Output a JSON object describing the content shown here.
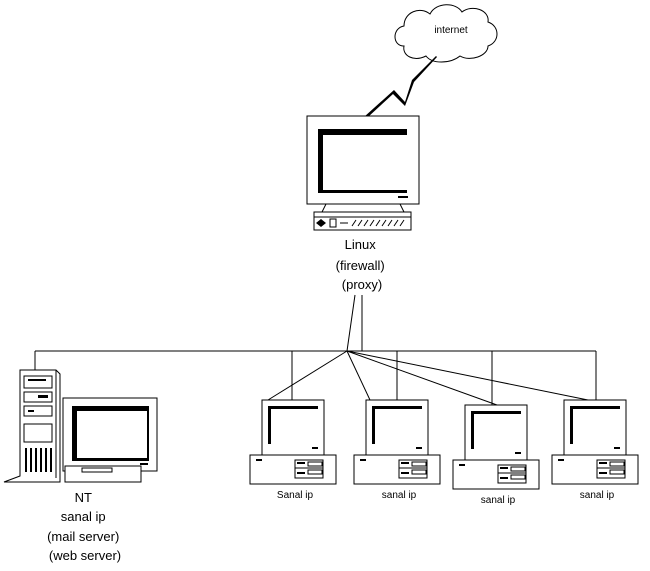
{
  "cloud": {
    "label": "internet",
    "icon": "cloud-icon"
  },
  "gateway": {
    "labels": [
      "Linux",
      "(firewall)",
      "(proxy)"
    ],
    "icon": "monitor-icon"
  },
  "server": {
    "labels": [
      "NT",
      "sanal ip",
      "(mail server)",
      "(web server)"
    ],
    "icon": "server-tower-icon"
  },
  "clients": [
    {
      "label": "Sanal ip"
    },
    {
      "label": "sanal ip"
    },
    {
      "label": "sanal ip"
    },
    {
      "label": "sanal ip"
    }
  ]
}
